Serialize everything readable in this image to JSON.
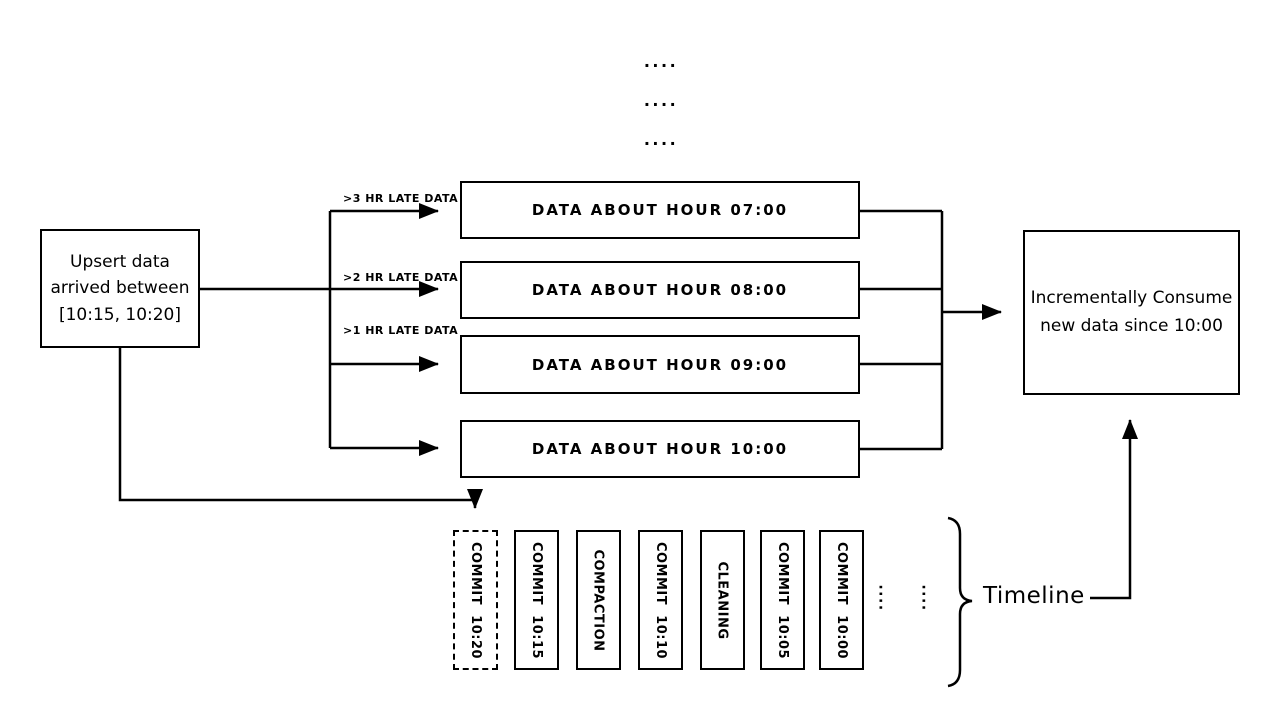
{
  "page": {
    "background": "#ffffff",
    "ink": "#000000"
  },
  "top_ellipsis": {
    "rows": [
      "....",
      "....",
      "...."
    ]
  },
  "upsert_box": {
    "text": "Upsert data\narrived between\n[10:15, 10:20]"
  },
  "flow_labels": {
    "late3": ">3 HR LATE DATA",
    "late2": ">2 HR LATE DATA",
    "late1": ">1 HR LATE DATA"
  },
  "data_boxes": [
    {
      "label": "DATA ABOUT HOUR 07:00"
    },
    {
      "label": "DATA ABOUT HOUR 08:00"
    },
    {
      "label": "DATA ABOUT HOUR 09:00"
    },
    {
      "label": "DATA ABOUT HOUR 10:00"
    }
  ],
  "consume_box": {
    "text": "Incrementally Consume\nnew data since 10:00"
  },
  "timeline": {
    "events": [
      {
        "label": "COMMIT  10:20",
        "style": "dashed"
      },
      {
        "label": "COMMIT  10:15",
        "style": "solid"
      },
      {
        "label": "COMPACTION",
        "style": "solid"
      },
      {
        "label": "COMMIT  10:10",
        "style": "solid"
      },
      {
        "label": "CLEANING",
        "style": "solid"
      },
      {
        "label": "COMMIT  10:05",
        "style": "solid"
      },
      {
        "label": "COMMIT  10:00",
        "style": "solid"
      }
    ],
    "ellipsis": [
      "....",
      "...."
    ],
    "brace_label": "Timeline"
  }
}
